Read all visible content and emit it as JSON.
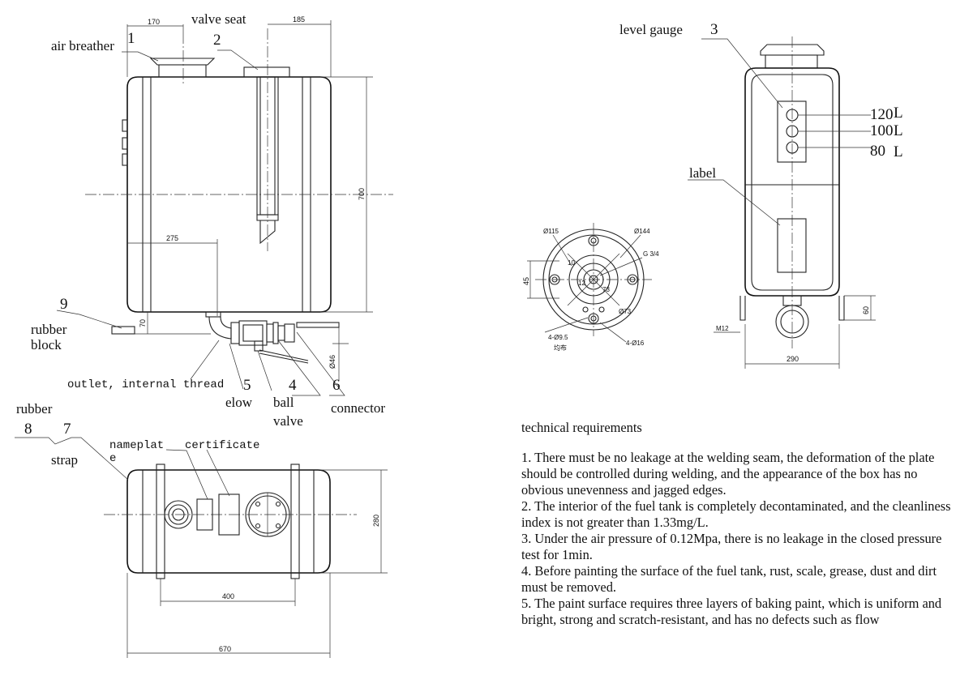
{
  "parts": {
    "air_breather": "air breather",
    "valve_seat": "valve seat",
    "level_gauge": "level gauge",
    "label": "label",
    "rubber_block": [
      "rubber",
      "block"
    ],
    "outlet": "outlet, internal thread",
    "elbow": "elow",
    "ball_valve": [
      "ball",
      "valve"
    ],
    "connector": "connector",
    "rubber": "rubber",
    "strap": "strap",
    "nameplate": [
      "nameplat",
      "e"
    ],
    "certificate": "certificate"
  },
  "item_numbers": {
    "air_breather": "1",
    "valve_seat": "2",
    "level_gauge": "3",
    "ball_valve": "4",
    "elbow": "5",
    "connector": "6",
    "strap": "7",
    "rubber": "8",
    "rubber_block": "9"
  },
  "level_marks": [
    "120",
    "100",
    "80"
  ],
  "level_unit": "L",
  "dimensions": {
    "d170": "170",
    "d185": "185",
    "d700": "700",
    "d275": "275",
    "d70": "70",
    "d46": "Ø46",
    "d280": "280",
    "d400": "400",
    "d670": "670",
    "d290": "290",
    "d60": "60",
    "d45": "45",
    "m12": "M12"
  },
  "flange": {
    "d115": "Ø115",
    "d144": "Ø144",
    "g34": "G 3/4",
    "ten": "10",
    "hole95": "4-Ø9.5",
    "uniform": "均布",
    "hole16": "4-Ø16",
    "d73": "Ø73",
    "r73": "73",
    "d12": "12"
  },
  "technical": {
    "title": "technical requirements",
    "items": [
      "1. There must be no leakage at the welding seam, the deformation of the plate should be controlled during welding, and the appearance of the box has no obvious unevenness and jagged edges.",
      "2. The interior of the fuel tank is completely decontaminated, and the cleanliness index is not greater than 1.33mg/L.",
      "3. Under the air pressure of 0.12Mpa, there is no leakage in the closed pressure test for 1min.",
      "4. Before painting the surface of the fuel tank, rust, scale, grease, dust and dirt must be removed.",
      "5. The paint surface requires three layers of baking paint, which is uniform and bright, strong and scratch-resistant, and has no defects such as flow"
    ]
  }
}
